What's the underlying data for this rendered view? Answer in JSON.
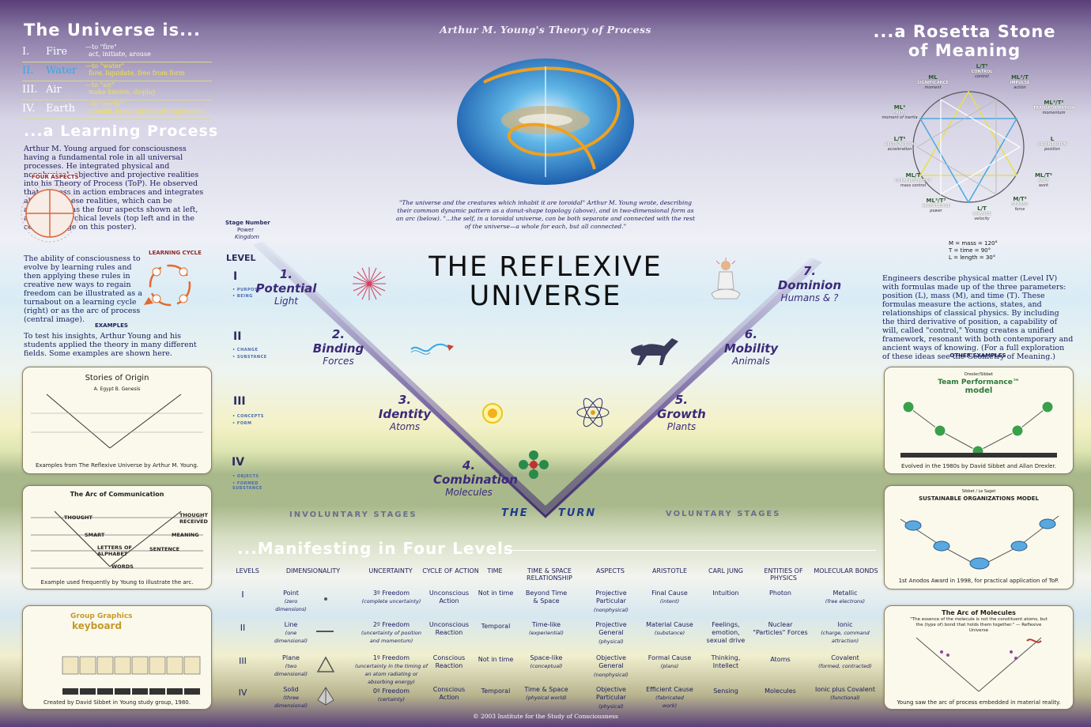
{
  "header": {
    "universe_is_title": "The Universe is...",
    "subtitle": "Arthur M. Young's Theory of Process",
    "rosetta_title_1": "...a Rosetta Stone",
    "rosetta_title_2": "of Meaning"
  },
  "elements": [
    {
      "num": "I.",
      "name": "Fire",
      "verb": "—to \"fire\"",
      "desc": "act, initiate, arouse",
      "color": "#ffffff"
    },
    {
      "num": "II.",
      "name": "Water",
      "verb": "—to \"water\"",
      "desc": "flow, liquidate, free from form",
      "color": "#3aa6e0"
    },
    {
      "num": "III.",
      "name": "Air",
      "verb": "—to \"air\"",
      "desc": "make known, display",
      "color": "#ffffff"
    },
    {
      "num": "IV.",
      "name": "Earth",
      "verb": "—to \"earth\"",
      "desc": "ground, bring (practical) expression",
      "color": "#ffffff"
    }
  ],
  "learning": {
    "title": "...a Learning Process",
    "para1": "Arthur M. Young argued for consciousness having a fundamental role in all universal processes. He integrated physical and nonphysical, objective and projective realities into his Theory of Process (ToP). He observed that process in action embraces and integrates all four of these realities, which can be appreciated as the four aspects shown at left, and as hierarchical levels (top left and in the central image on this poster).",
    "four_aspects": "FOUR ASPECTS",
    "learning_cycle": "LEARNING CYCLE",
    "para2": "The ability of consciousness to evolve by learning rules and then applying these rules in creative new ways to regain freedom can be illustrated as a turnabout on a learning cycle (right) or as the arc of process (central image).",
    "examples_head": "EXAMPLES",
    "para3": "To test his insights, Arthur Young and his students applied the theory in many different fields. Some examples are shown here."
  },
  "left_panels": [
    {
      "title": "Stories of Origin",
      "sub": "A. Egypt  B. Genesis",
      "caption": "Examples from The Reflexive Universe by Arthur M. Young."
    },
    {
      "title": "The Arc of Communication",
      "caption": "Example used frequently by Young to illustrate the arc."
    },
    {
      "title": "Group Graphics",
      "title2": "keyboard",
      "caption": "Created by David Sibbet in Young study group, 1980."
    }
  ],
  "arc_comm_labels": [
    "THOUGHT",
    "THOUGHT RECEIVED",
    "SMART",
    "MEANING",
    "LETTERS OF ALPHABET",
    "SENTENCE",
    "WORDS"
  ],
  "quote": "\"The universe and the creatures which inhabit it are toroidal\" Arthur M. Young wrote, describing their common dynamic pattern as a donut-shape topology (above), and in two-dimensional form as an arc (below). \"...the self, in a toroidal universe, can be both separate and connected with the rest of the universe—a whole for each, but all connected.\"",
  "center": {
    "title_1": "THE REFLEXIVE",
    "title_2": "UNIVERSE",
    "stage_number": "Stage Number",
    "power": "Power",
    "kingdom": "Kingdom",
    "level": "LEVEL",
    "involuntary": "INVOLUNTARY STAGES",
    "voluntary": "VOLUNTARY STAGES",
    "the": "THE",
    "turn": "TURN"
  },
  "levels": [
    {
      "roman": "I",
      "sub1": "• PURPOSE",
      "sub2": "• BEING"
    },
    {
      "roman": "II",
      "sub1": "• CHANGE",
      "sub2": "• SUBSTANCE"
    },
    {
      "roman": "III",
      "sub1": "• CONCEPTS",
      "sub2": "• FORM"
    },
    {
      "roman": "IV",
      "sub1": "• OBJECTS",
      "sub2": "• FORMED SUBSTANCE"
    }
  ],
  "stages": [
    {
      "num": "1.",
      "name": "Potential",
      "sub": "Light"
    },
    {
      "num": "2.",
      "name": "Binding",
      "sub": "Forces"
    },
    {
      "num": "3.",
      "name": "Identity",
      "sub": "Atoms"
    },
    {
      "num": "4.",
      "name": "Combination",
      "sub": "Molecules"
    },
    {
      "num": "5.",
      "name": "Growth",
      "sub": "Plants"
    },
    {
      "num": "6.",
      "name": "Mobility",
      "sub": "Animals"
    },
    {
      "num": "7.",
      "name": "Dominion",
      "sub": "Humans & ?"
    }
  ],
  "rosetta": {
    "labels": [
      {
        "formula": "L/T³",
        "name": "CONTROL",
        "sub": "control"
      },
      {
        "formula": "ML²/T",
        "name": "IMPULSE",
        "sub": "action"
      },
      {
        "formula": "ML²/T²",
        "name": "TRANSFORMATION",
        "sub": "momentum"
      },
      {
        "formula": "L",
        "name": "ORIENTATION",
        "sub": "position"
      },
      {
        "formula": "ML/T²",
        "name": "FACT",
        "sub": "work"
      },
      {
        "formula": "M/T²",
        "name": "STRESS",
        "sub": "force"
      },
      {
        "formula": "L/T",
        "name": "CHANGE",
        "sub": "velocity"
      },
      {
        "formula": "ML²/T³",
        "name": "KNOWLEDGE",
        "sub": "power"
      },
      {
        "formula": "ML/T",
        "name": "ESTABLISHMENT",
        "sub": "mass control"
      },
      {
        "formula": "L/T²",
        "name": "RECOGNITION",
        "sub": "acceleration"
      },
      {
        "formula": "ML²",
        "name": "FAITH",
        "sub": "moment of inertia"
      },
      {
        "formula": "ML",
        "name": "SIGNIFICANCE",
        "sub": "moment"
      }
    ],
    "legend": [
      "M = mass = 120°",
      "T = time = 90°",
      "L = length = 30°"
    ],
    "para": "Engineers describe physical matter (Level IV) with formulas made up of the three parameters: position (L), mass (M), and time (T). These formulas measure the actions, states, and relationships of classical physics. By including the third derivative of position, a capability of will, called \"control,\" Young creates a unified framework, resonant with both contemporary and ancient ways of knowing. (For a full exploration of these ideas see the Geometry of Meaning.)",
    "other_examples": "OTHER EXAMPLES"
  },
  "right_panels": [
    {
      "top": "Drexler/Sibbet",
      "title": "Team Performance™",
      "title2": "model",
      "caption": "Evolved in the 1980s by David Sibbet and Allan Drexler."
    },
    {
      "top": "Sibbet / Le Saget",
      "title": "SUSTAINABLE ORGANIZATIONS MODEL",
      "caption": "1st Anodos Award in 1998, for practical application of ToP."
    },
    {
      "title": "The Arc of Molecules",
      "quote": "\"The essence of the molecule is not the constituent atoms, but the (type of) bond that holds them together.\" — Reflexive Universe",
      "caption": "Young saw the arc of process embedded in material reality."
    }
  ],
  "manifesting_title": "...Manifesting in Four Levels",
  "table": {
    "headers": [
      "LEVELS",
      "DIMENSIONALITY",
      "UNCERTAINTY",
      "CYCLE OF ACTION",
      "TIME",
      "TIME & SPACE RELATIONSHIP",
      "ASPECTS",
      "ARISTOTLE",
      "CARL JUNG",
      "ENTITIES OF PHYSICS",
      "MOLECULAR BONDS"
    ],
    "rows": [
      {
        "level": "I",
        "dim": "Point",
        "dim_sub": "(zero dimensions)",
        "unc": "3º Freedom",
        "unc_sub": "(complete uncertainty)",
        "cycle": "Unconscious Action",
        "time": "Not in time",
        "ts": "Beyond Time & Space",
        "ts_sub": "",
        "asp": "Projective Particular",
        "asp_sub": "(nonphysical)",
        "ari": "Final Cause",
        "ari_sub": "(intent)",
        "jung": "Intuition",
        "phys": "Photon",
        "bond": "Metallic",
        "bond_sub": "(free electrons)"
      },
      {
        "level": "II",
        "dim": "Line",
        "dim_sub": "(one dimensional)",
        "unc": "2º Freedom",
        "unc_sub": "(uncertainty of position and momentum)",
        "cycle": "Unconscious Reaction",
        "time": "Temporal",
        "ts": "Time-like",
        "ts_sub": "(experiential)",
        "asp": "Projective General",
        "asp_sub": "(physical)",
        "ari": "Material Cause",
        "ari_sub": "(substance)",
        "jung": "Feelings, emotion, sexual drive",
        "phys": "Nuclear \"Particles\" Forces",
        "bond": "Ionic",
        "bond_sub": "(charge, command attraction)"
      },
      {
        "level": "III",
        "dim": "Plane",
        "dim_sub": "(two dimensional)",
        "unc": "1º Freedom",
        "unc_sub": "(uncertainty in the timing of an atom radiating or absorbing energy)",
        "cycle": "Conscious Reaction",
        "time": "Not in time",
        "ts": "Space-like",
        "ts_sub": "(conceptual)",
        "asp": "Objective General",
        "asp_sub": "(nonphysical)",
        "ari": "Formal Cause",
        "ari_sub": "(plans)",
        "jung": "Thinking, Intellect",
        "phys": "Atoms",
        "bond": "Covalent",
        "bond_sub": "(formed, contracted)"
      },
      {
        "level": "IV",
        "dim": "Solid",
        "dim_sub": "(three dimensional)",
        "unc": "0º Freedom",
        "unc_sub": "(certainty)",
        "cycle": "Conscious Action",
        "time": "Temporal",
        "ts": "Time & Space",
        "ts_sub": "(physical world)",
        "asp": "Objective Particular",
        "asp_sub": "(physical)",
        "ari": "Efficient Cause",
        "ari_sub": "(fabricated work)",
        "jung": "Sensing",
        "phys": "Molecules",
        "bond": "Ionic plus Covalent",
        "bond_sub": "(functional)"
      }
    ]
  },
  "footer": "© 2003 Institute for the Study of Consciousness",
  "colors": {
    "purple": "#5a3f78",
    "navy": "#1d2060",
    "stage": "#3c2a7a",
    "panel_bg": "#fbf9ec"
  },
  "icons": [
    "torus-image",
    "light-burst-icon",
    "wave-icon",
    "atom-sun-icon",
    "atom-orbit-icon",
    "molecule-icon",
    "horse-icon",
    "meditator-icon",
    "star-chart-icon"
  ]
}
